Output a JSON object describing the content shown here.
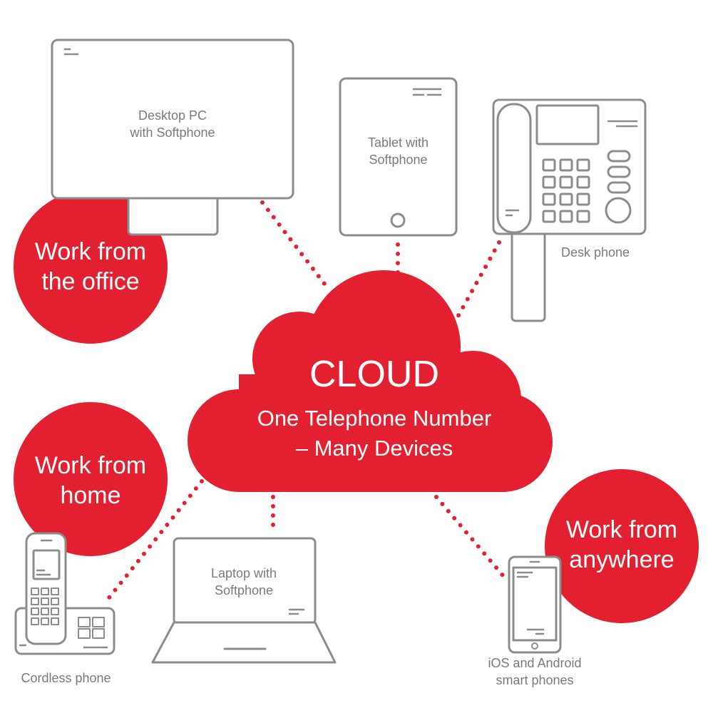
{
  "cloud": {
    "title": "CLOUD",
    "subtitle": "One Telephone Number\n– Many Devices"
  },
  "circles": {
    "office": "Work from\nthe office",
    "home": "Work from\nhome",
    "anywhere": "Work from\nanywhere"
  },
  "devices": {
    "desktop": "Desktop PC\nwith Softphone",
    "tablet": "Tablet with\nSoftphone",
    "desk_phone": "Desk phone",
    "laptop": "Laptop with\nSoftphone",
    "cordless": "Cordless phone",
    "smartphone": "iOS and Android\nsmart phones"
  },
  "colors": {
    "accent": "#e3202f",
    "outline": "#8c8c8c",
    "text": "#7a7a7a"
  }
}
